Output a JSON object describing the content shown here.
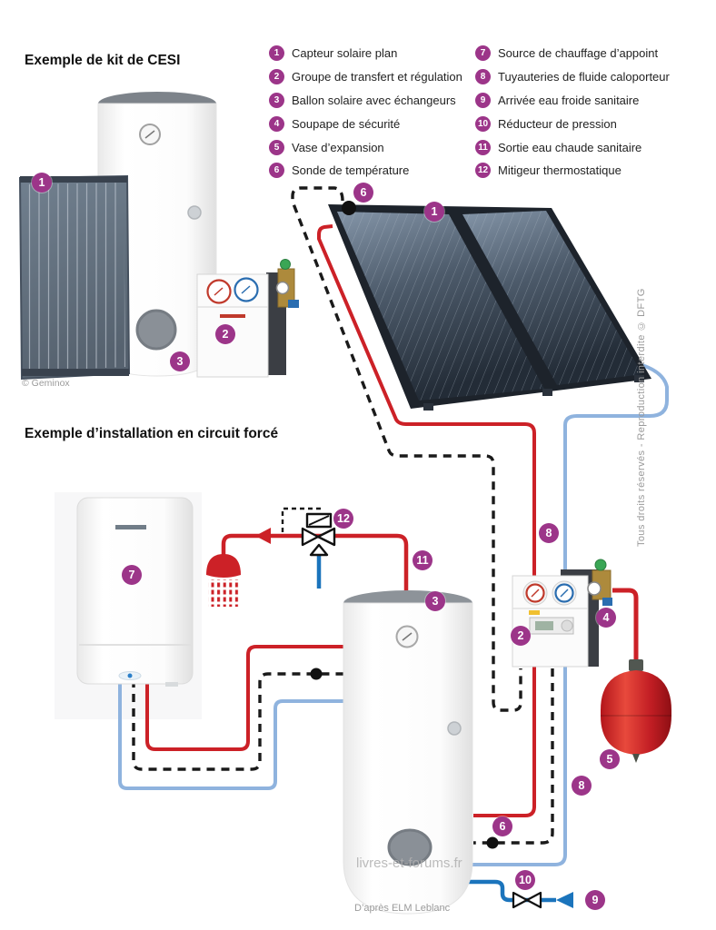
{
  "colors": {
    "accent_badge": "#9c3589",
    "pipe_hot_red": "#cc2127",
    "pipe_cold_dark_blue": "#1b74bc",
    "pipe_solar_light_blue": "#8fb3de",
    "sensor_cable_black": "#1a1a1a"
  },
  "kit": {
    "title": "Exemple de kit de CESI",
    "credit": "© Geminox",
    "markers": {
      "collector": "1",
      "transfer_group": "2",
      "solar_tank": "3"
    }
  },
  "legend": {
    "column_left": [
      {
        "num": "1",
        "label": "Capteur solaire plan"
      },
      {
        "num": "2",
        "label": "Groupe de transfert et régulation"
      },
      {
        "num": "3",
        "label": "Ballon solaire avec échangeurs"
      },
      {
        "num": "4",
        "label": "Soupape de sécurité"
      },
      {
        "num": "5",
        "label": "Vase d’expansion"
      },
      {
        "num": "6",
        "label": "Sonde de température"
      }
    ],
    "column_right": [
      {
        "num": "7",
        "label": "Source de chauffage d’appoint"
      },
      {
        "num": "8",
        "label": "Tuyauteries de fluide caloporteur"
      },
      {
        "num": "9",
        "label": "Arrivée eau froide sanitaire"
      },
      {
        "num": "10",
        "label": "Réducteur de pression"
      },
      {
        "num": "11",
        "label": "Sortie eau chaude sanitaire"
      },
      {
        "num": "12",
        "label": "Mitigeur thermostatique"
      }
    ]
  },
  "installation": {
    "title": "Exemple d’installation en circuit forcé",
    "credit": "D’après ELM Leblanc",
    "watermark": "livres-et-forums.fr",
    "markers": {
      "collector": "1",
      "collector_sensor": "6",
      "pipes_top": "8",
      "mixer_valve": "12",
      "hot_water_out": "11",
      "solar_tank": "3",
      "boiler": "7",
      "transfer_group": "2",
      "safety_valve": "4",
      "expansion_vessel": "5",
      "pipes_bottom": "8",
      "tank_sensor": "6",
      "pressure_reducer": "10",
      "cold_water_in": "9"
    }
  },
  "copyright_note": "Tous droits réservés - Reproduction interdite © DFTG"
}
